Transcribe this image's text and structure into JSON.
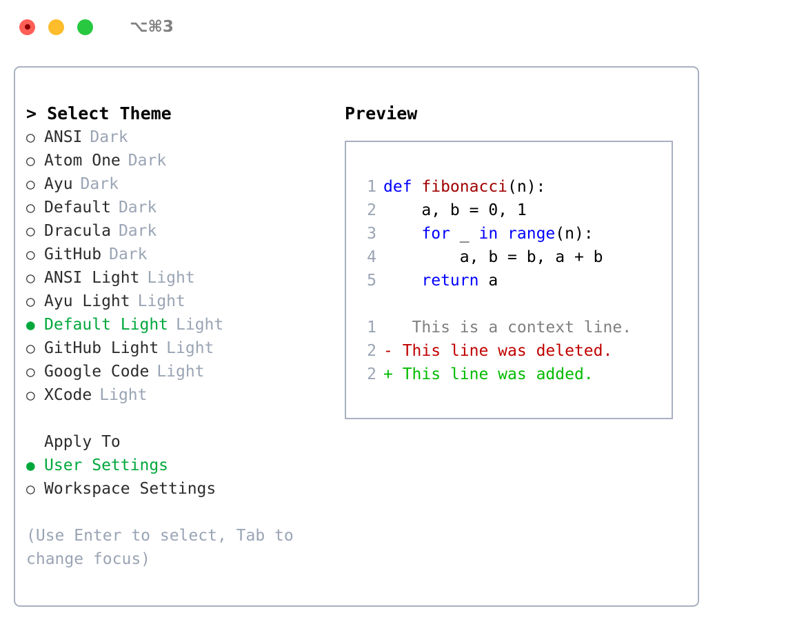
{
  "titlebar": {
    "shortcut": "⌥⌘3",
    "buttons": [
      {
        "name": "close",
        "color": "#ff5f57"
      },
      {
        "name": "minimize",
        "color": "#fdbc2c"
      },
      {
        "name": "maximize",
        "color": "#28c840"
      }
    ]
  },
  "theme_picker": {
    "title": "> Select Theme",
    "selected_color": "#00a83c",
    "muted_color": "#9aa4b4",
    "items": [
      {
        "marker": "○",
        "label": "ANSI",
        "tag": "Dark",
        "selected": false
      },
      {
        "marker": "○",
        "label": "Atom One",
        "tag": "Dark",
        "selected": false
      },
      {
        "marker": "○",
        "label": "Ayu",
        "tag": "Dark",
        "selected": false
      },
      {
        "marker": "○",
        "label": "Default",
        "tag": "Dark",
        "selected": false
      },
      {
        "marker": "○",
        "label": "Dracula",
        "tag": "Dark",
        "selected": false
      },
      {
        "marker": "○",
        "label": "GitHub",
        "tag": "Dark",
        "selected": false
      },
      {
        "marker": "○",
        "label": "ANSI Light",
        "tag": "Light",
        "selected": false
      },
      {
        "marker": "○",
        "label": "Ayu Light",
        "tag": "Light",
        "selected": false
      },
      {
        "marker": "●",
        "label": "Default Light",
        "tag": "Light",
        "selected": true
      },
      {
        "marker": "○",
        "label": "GitHub Light",
        "tag": "Light",
        "selected": false
      },
      {
        "marker": "○",
        "label": "Google Code",
        "tag": "Light",
        "selected": false
      },
      {
        "marker": "○",
        "label": "XCode",
        "tag": "Light",
        "selected": false
      }
    ]
  },
  "apply_to": {
    "heading": "Apply To",
    "items": [
      {
        "marker": "●",
        "label": "User Settings",
        "selected": true
      },
      {
        "marker": "○",
        "label": "Workspace Settings",
        "selected": false
      }
    ]
  },
  "hint": "(Use Enter to select, Tab to change focus)",
  "preview": {
    "title": "Preview",
    "code_lines": [
      {
        "no": "1",
        "tokens": [
          {
            "t": "def ",
            "c": "kw"
          },
          {
            "t": "fibonacci",
            "c": "fn"
          },
          {
            "t": "(n):",
            "c": "plain"
          }
        ]
      },
      {
        "no": "2",
        "tokens": [
          {
            "t": "    a, b = 0, 1",
            "c": "plain"
          }
        ]
      },
      {
        "no": "3",
        "tokens": [
          {
            "t": "    ",
            "c": "plain"
          },
          {
            "t": "for",
            "c": "kw"
          },
          {
            "t": " _ ",
            "c": "plain"
          },
          {
            "t": "in",
            "c": "kw"
          },
          {
            "t": " ",
            "c": "plain"
          },
          {
            "t": "range",
            "c": "kw"
          },
          {
            "t": "(n):",
            "c": "plain"
          }
        ]
      },
      {
        "no": "4",
        "tokens": [
          {
            "t": "        a, b = b, a + b",
            "c": "plain"
          }
        ]
      },
      {
        "no": "5",
        "tokens": [
          {
            "t": "    ",
            "c": "plain"
          },
          {
            "t": "return",
            "c": "kw"
          },
          {
            "t": " a",
            "c": "plain"
          }
        ]
      }
    ],
    "diff_lines": [
      {
        "no": "1",
        "sign": " ",
        "text": "  This is a context line.",
        "kind": "diff-ctx"
      },
      {
        "no": "2",
        "sign": "-",
        "text": " This line was deleted.",
        "kind": "diff-del"
      },
      {
        "no": "2",
        "sign": "+",
        "text": " This line was added.",
        "kind": "diff-add"
      }
    ]
  }
}
